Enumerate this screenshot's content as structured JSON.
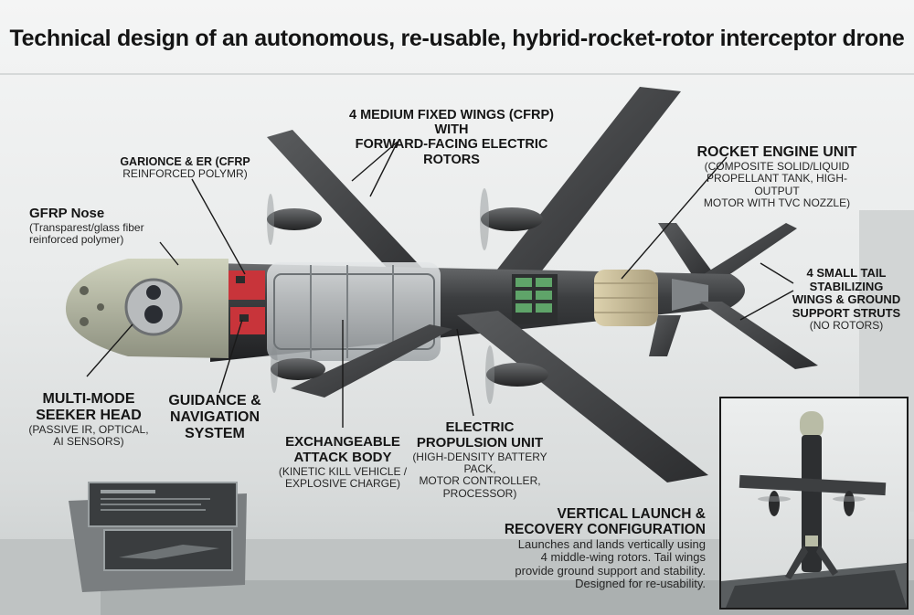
{
  "title": "Technical design of an autonomous, re-usable, hybrid-rocket-rotor interceptor drone",
  "labels": {
    "fixed_wings": {
      "heading": "4 MEDIUM FIXED WINGS (CFRP) WITH",
      "heading2": "FORWARD-FACING ELECTRIC ROTORS"
    },
    "garionce": {
      "heading": "GARIONCE & ER (CFRP",
      "sub": "REINFORCED POLYMR)"
    },
    "nose": {
      "heading": "GFRP Nose",
      "sub1": "(Transparest/glass fiber",
      "sub2": "reinforced polymer)"
    },
    "rocket": {
      "heading": "ROCKET ENGINE UNIT",
      "sub1": "(COMPOSITE SOLID/LIQUID",
      "sub2": "PROPELLANT TANK, HIGH-OUTPUT",
      "sub3": "MOTOR WITH TVC NOZZLE)"
    },
    "tail": {
      "h1": "4 SMALL TAIL",
      "h2": "STABILIZING",
      "h3": "WINGS & GROUND",
      "h4": "SUPPORT STRUTS",
      "sub": "(NO ROTORS)"
    },
    "seeker": {
      "h1": "MULTI-MODE",
      "h2": "SEEKER HEAD",
      "sub1": "(PASSIVE IR, OPTICAL,",
      "sub2": "AI SENSORS)"
    },
    "guidance": {
      "h1": "GUIDANCE &",
      "h2": "NAVIGATION",
      "h3": "SYSTEM"
    },
    "attack": {
      "h1": "EXCHANGEABLE",
      "h2": "ATTACK BODY",
      "sub1": "(KINETIC KILL VEHICLE /",
      "sub2": "EXPLOSIVE CHARGE)"
    },
    "electric": {
      "h1": "ELECTRIC",
      "h2": "PROPULSION UNIT",
      "sub1": "(HIGH-DENSITY BATTERY PACK,",
      "sub2": "MOTOR CONTROLLER,",
      "sub3": "PROCESSOR)"
    },
    "vertical": {
      "h1": "VERTICAL LAUNCH &",
      "h2": "RECOVERY CONFIGURATION",
      "sub1": "Launches and lands vertically using",
      "sub2": "4 middle-wing rotors. Tail wings",
      "sub3": "provide ground support and stability.",
      "sub4": "Designed for re-usability."
    }
  },
  "colors": {
    "body": "#3a3c3e",
    "wing": "#4a4c4e",
    "nose": "#b9bca6",
    "circuit": "#c8343a",
    "battery": "#5fa469",
    "propellant": "#d2c6a2",
    "leader": "#1a1a1a"
  }
}
